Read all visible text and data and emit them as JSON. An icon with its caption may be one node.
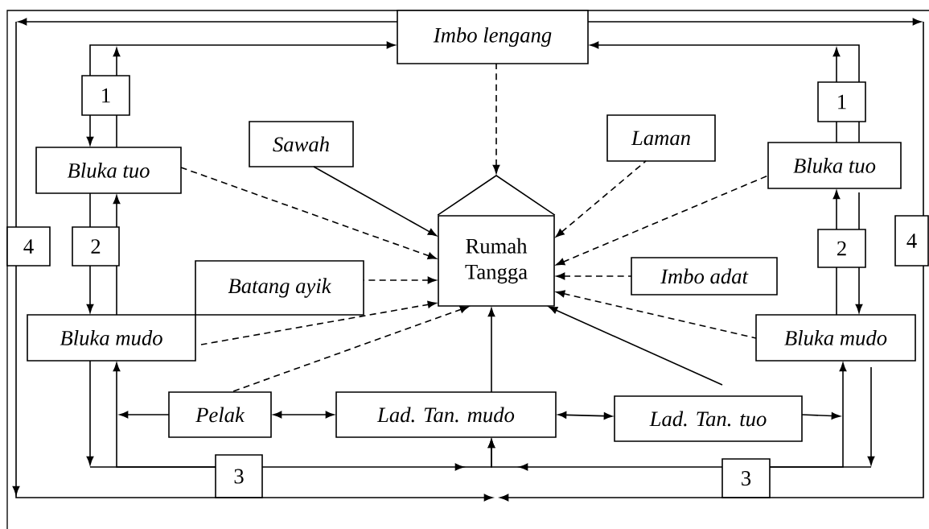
{
  "diagram": {
    "nodes": [
      {
        "text": [
          "Imbo lengang"
        ]
      },
      {
        "text": [
          "1"
        ]
      },
      {
        "text": [
          "Bluka tuo"
        ]
      },
      {
        "text": [
          "Sawah"
        ]
      },
      {
        "text": [
          "Rumah Tangga"
        ]
      },
      {
        "text": [
          "Laman"
        ]
      },
      {
        "text": [
          "1"
        ]
      },
      {
        "text": [
          "Bluka tuo"
        ]
      },
      {
        "text": [
          "4"
        ]
      },
      {
        "text": [
          "2"
        ]
      },
      {
        "text": [
          "Batang ayik"
        ]
      },
      {
        "text": [
          "2"
        ]
      },
      {
        "text": [
          "4"
        ]
      },
      {
        "text": [
          "Imbo adat"
        ]
      },
      {
        "text": [
          "Bluka mudo"
        ]
      },
      {
        "text": [
          "Bluka mudo"
        ]
      },
      {
        "text": [
          "Pelak"
        ]
      },
      {
        "text": [
          "Lad. Tan. mudo"
        ]
      },
      {
        "text": [
          "Lad. Tan. tuo"
        ]
      },
      {
        "text": [
          "3"
        ]
      },
      {
        "text": [
          "3"
        ]
      }
    ],
    "edges": [
      {
        "from": 2,
        "to": 1,
        "arrow": "none"
      },
      {
        "from": 1,
        "to": 0,
        "arrow": "to"
      },
      {
        "from": 1,
        "to": null,
        "arrow": "to"
      },
      {
        "from": 1,
        "to": 2,
        "arrow": "to"
      },
      {
        "from": 2,
        "to": 9,
        "arrow": "none"
      },
      {
        "from": 9,
        "to": 14,
        "arrow": "to"
      },
      {
        "from": 14,
        "to": 9,
        "arrow": "none"
      },
      {
        "from": 9,
        "to": 2,
        "arrow": "to"
      },
      {
        "from": 7,
        "to": 6,
        "arrow": "none"
      },
      {
        "from": 7,
        "to": 6,
        "arrow": "none"
      },
      {
        "from": 6,
        "to": null,
        "arrow": "to"
      },
      {
        "from": 6,
        "to": 0,
        "arrow": "to"
      },
      {
        "from": 11,
        "to": 7,
        "arrow": "to"
      },
      {
        "from": 7,
        "to": 11,
        "arrow": "none"
      },
      {
        "from": 15,
        "to": 11,
        "arrow": "none"
      },
      {
        "from": 11,
        "to": 15,
        "arrow": "to"
      },
      {
        "from": 0,
        "to": null,
        "arrow": "to"
      },
      {
        "from": null,
        "to": 8,
        "arrow": "none"
      },
      {
        "from": 0,
        "to": null,
        "arrow": "to"
      },
      {
        "from": null,
        "to": 12,
        "arrow": "none"
      },
      {
        "from": 8,
        "to": null,
        "arrow": "to"
      },
      {
        "from": 12,
        "to": null,
        "arrow": "to"
      },
      {
        "from": 14,
        "to": null,
        "arrow": "to"
      },
      {
        "from": null,
        "to": 19,
        "arrow": "none"
      },
      {
        "from": 19,
        "to": 14,
        "arrow": "to"
      },
      {
        "from": 16,
        "to": null,
        "arrow": "to"
      },
      {
        "from": 19,
        "to": 17,
        "arrow": "to"
      },
      {
        "from": 20,
        "to": 17,
        "arrow": "to"
      },
      {
        "from": 15,
        "to": null,
        "arrow": "to"
      },
      {
        "from": null,
        "to": 20,
        "arrow": "none"
      },
      {
        "from": 20,
        "to": 15,
        "arrow": "to"
      },
      {
        "from": 18,
        "to": null,
        "arrow": "to"
      },
      {
        "from": 16,
        "to": 17,
        "arrow": "both"
      },
      {
        "from": 17,
        "to": 18,
        "arrow": "both"
      },
      {
        "from": 17,
        "to": 4,
        "arrow": "to"
      },
      {
        "from": 0,
        "to": 4,
        "arrow": "to",
        "style": "dashed"
      },
      {
        "from": 2,
        "to": 4,
        "arrow": "to",
        "style": "dashed"
      },
      {
        "from": 3,
        "to": 4,
        "arrow": "to"
      },
      {
        "from": 5,
        "to": 4,
        "arrow": "to",
        "style": "dashed"
      },
      {
        "from": 7,
        "to": 4,
        "arrow": "to",
        "style": "dashed"
      },
      {
        "from": 10,
        "to": 4,
        "arrow": "to",
        "style": "dashed"
      },
      {
        "from": 13,
        "to": 4,
        "arrow": "to",
        "style": "dashed"
      },
      {
        "from": 14,
        "to": 4,
        "arrow": "to",
        "style": "dashed"
      },
      {
        "from": 15,
        "to": 4,
        "arrow": "to",
        "style": "dashed"
      },
      {
        "from": 16,
        "to": 4,
        "arrow": "to",
        "style": "dashed"
      },
      {
        "from": 18,
        "to": 4,
        "arrow": "to"
      }
    ]
  }
}
